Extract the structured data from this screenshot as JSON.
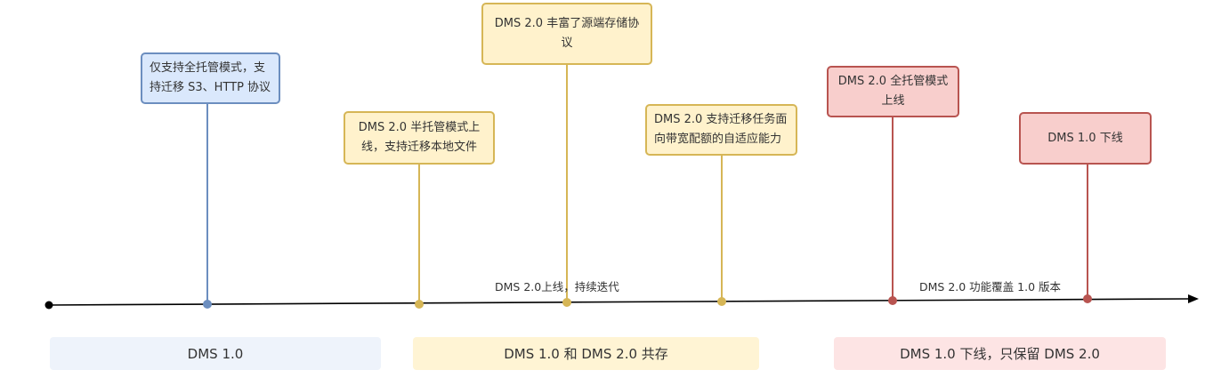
{
  "events": [
    {
      "id": "e1",
      "text": "仅支持全托管模式，支持迁移 S3、HTTP 协议",
      "color": "#6c8ebf"
    },
    {
      "id": "e2",
      "text": "DMS 2.0 半托管模式上线，支持迁移本地文件",
      "color": "#d6b656"
    },
    {
      "id": "e3",
      "text": "DMS 2.0 丰富了源端存储协议",
      "color": "#d6b656"
    },
    {
      "id": "e4",
      "text": "DMS 2.0 支持迁移任务面向带宽配额的自适应能力",
      "color": "#d6b656"
    },
    {
      "id": "e5",
      "text": "DMS 2.0 全托管模式上线",
      "color": "#b85450"
    },
    {
      "id": "e6",
      "text": "DMS 1.0 下线",
      "color": "#b85450"
    }
  ],
  "axis_labels": {
    "iterate": "DMS 2.0上线，持续迭代",
    "cover": "DMS 2.0 功能覆盖 1.0 版本"
  },
  "phases": [
    {
      "label": "DMS 1.0",
      "color": "#eef3fb"
    },
    {
      "label": "DMS 1.0 和 DMS 2.0 共存",
      "color": "#fff4d4"
    },
    {
      "label": "DMS 1.0 下线，只保留 DMS 2.0",
      "color": "#fde4e4"
    }
  ]
}
